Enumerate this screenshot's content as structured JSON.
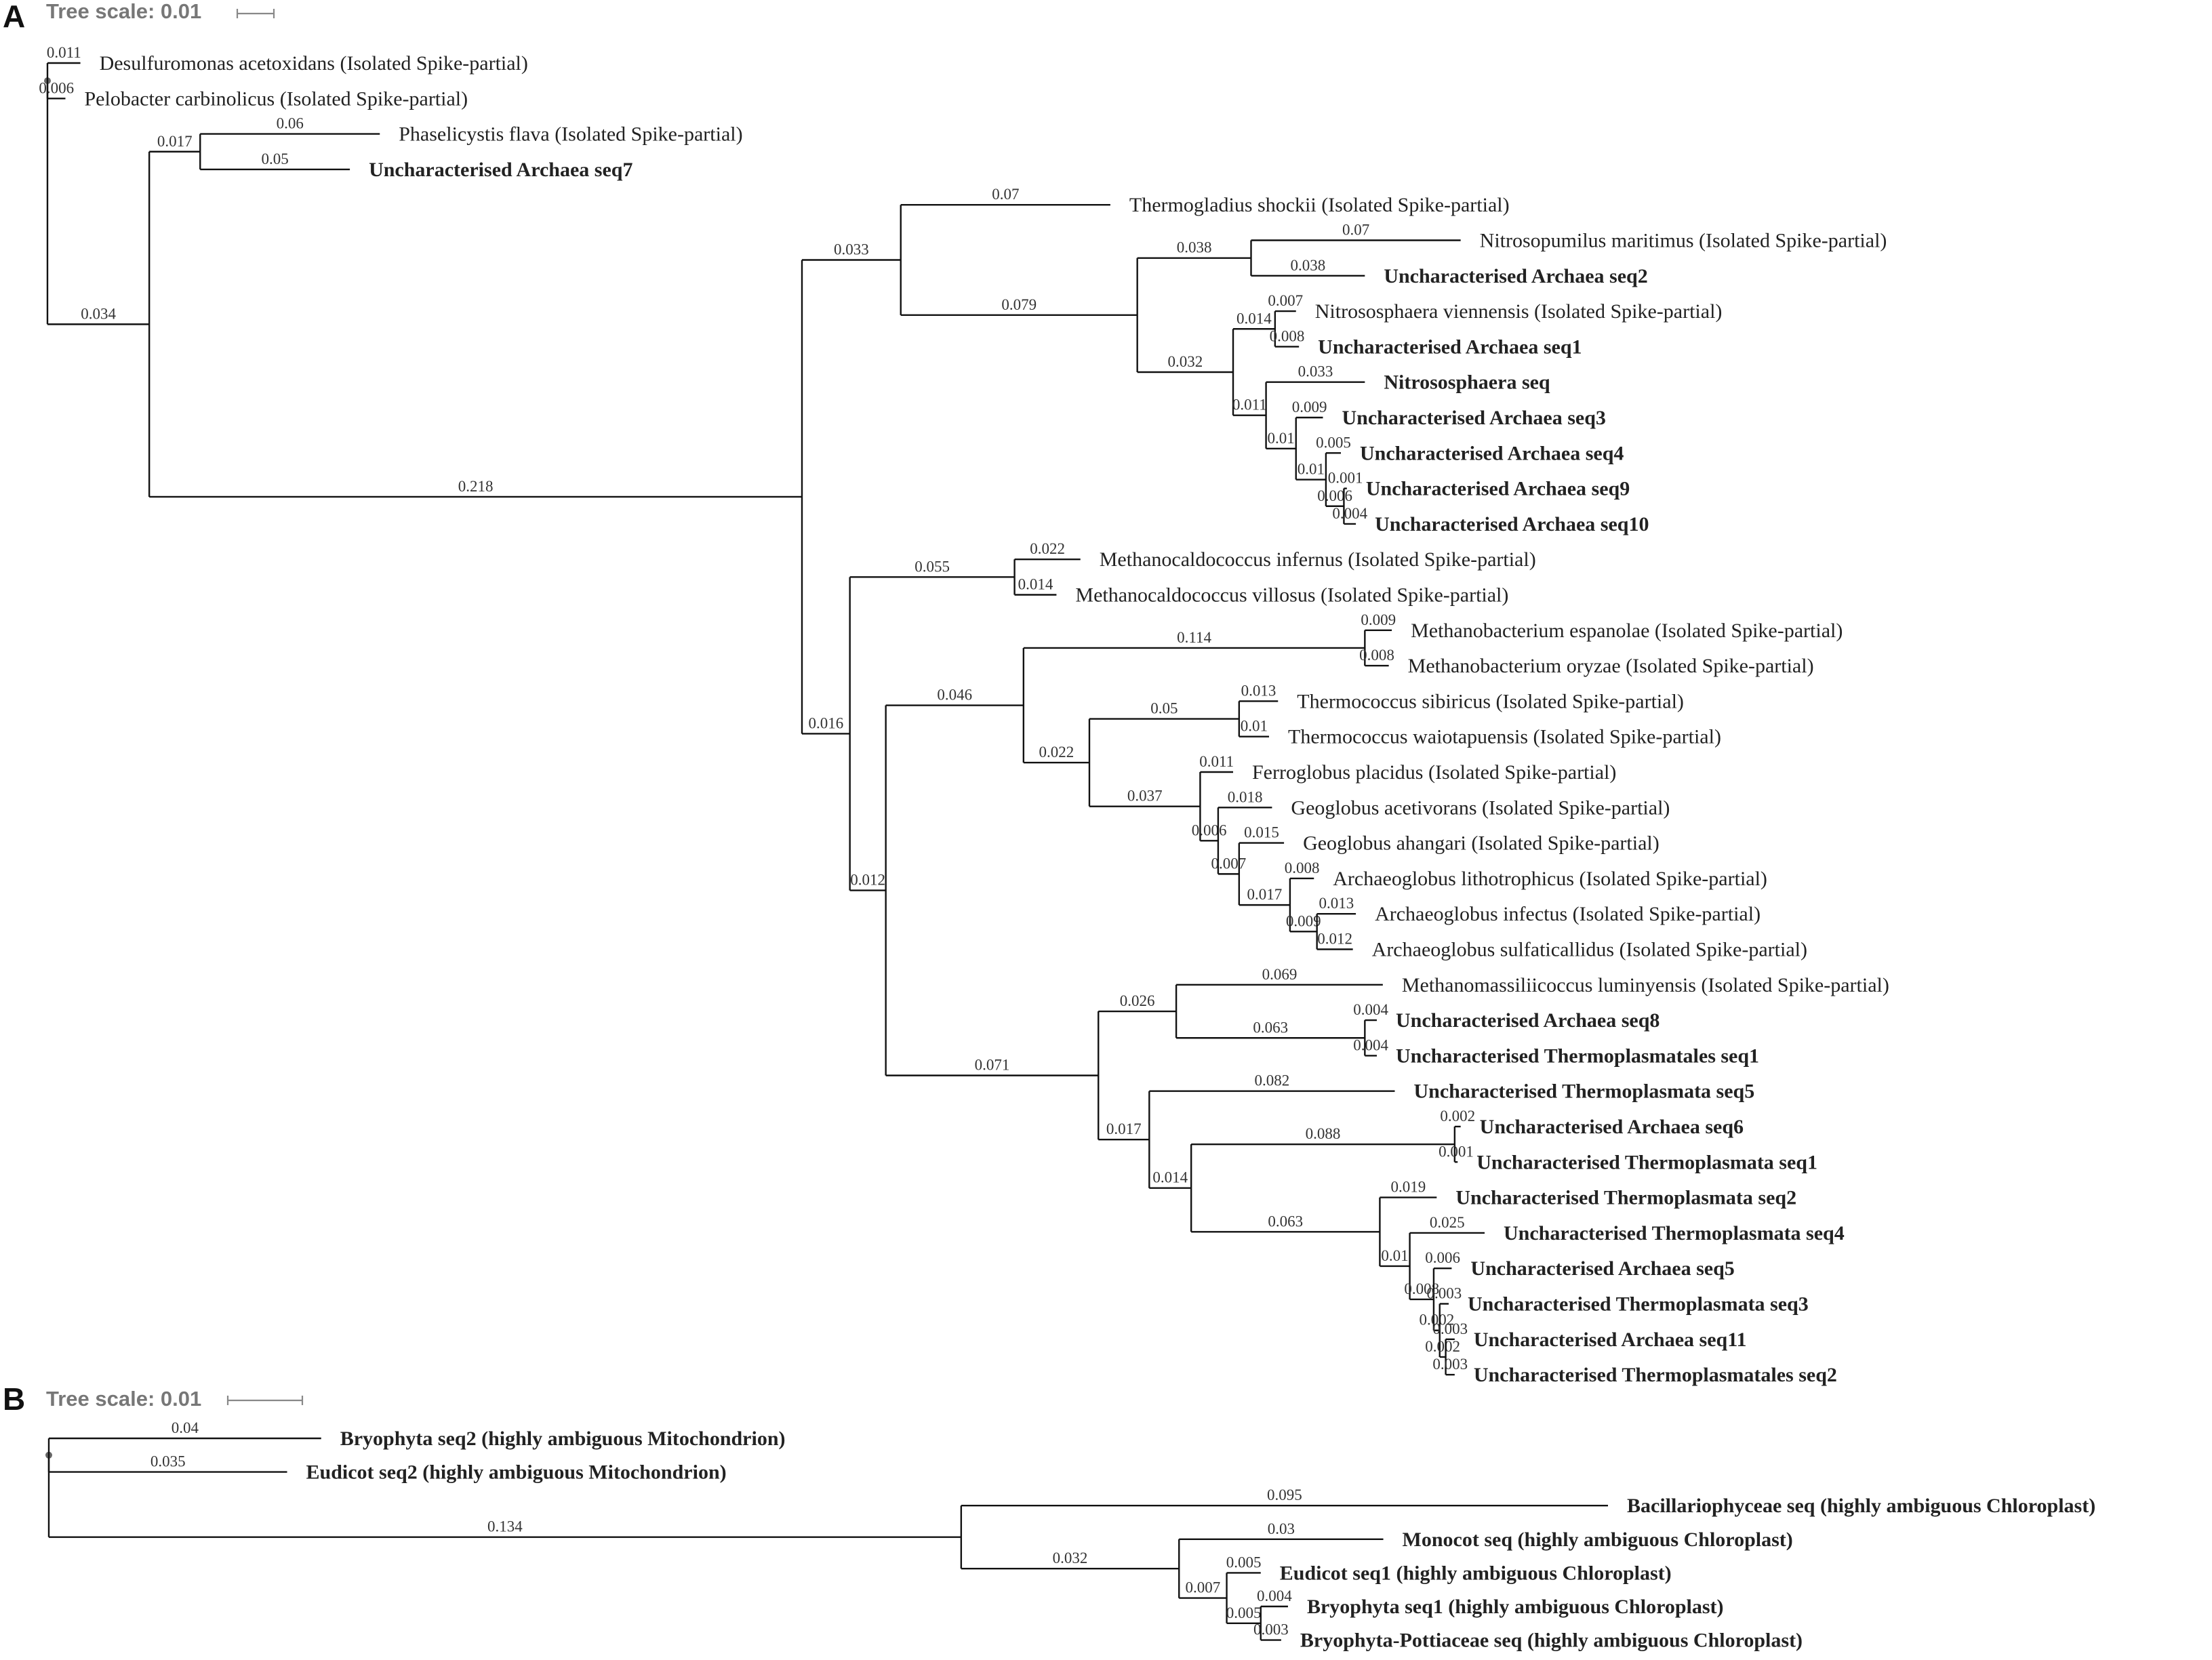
{
  "panels": [
    {
      "letter": "A",
      "scale_label": "Tree scale: 0.01",
      "tree": {
        "l": "",
        "c": [
          {
            "l": "",
            "c": [
              {
                "l": "0.011",
                "n": "Desulfuromonas acetoxidans (Isolated Spike-partial)"
              },
              {
                "l": "0.006",
                "n": "Pelobacter carbinolicus (Isolated Spike-partial)"
              }
            ]
          },
          {
            "l": "0.034",
            "c": [
              {
                "l": "0.017",
                "c": [
                  {
                    "l": "0.06",
                    "n": "Phaselicystis flava (Isolated Spike-partial)"
                  },
                  {
                    "l": "0.05",
                    "n": "Uncharacterised Archaea seq7",
                    "b": true
                  }
                ]
              },
              {
                "l": "0.218",
                "c": [
                  {
                    "l": "0.033",
                    "c": [
                      {
                        "l": "0.07",
                        "n": "Thermogladius shockii (Isolated Spike-partial)"
                      },
                      {
                        "l": "0.079",
                        "c": [
                          {
                            "l": "0.038",
                            "c": [
                              {
                                "l": "0.07",
                                "n": "Nitrosopumilus maritimus (Isolated Spike-partial)"
                              },
                              {
                                "l": "0.038",
                                "n": "Uncharacterised Archaea seq2",
                                "b": true
                              }
                            ]
                          },
                          {
                            "l": "0.032",
                            "c": [
                              {
                                "l": "0.014",
                                "c": [
                                  {
                                    "l": "0.007",
                                    "n": "Nitrososphaera viennensis (Isolated Spike-partial)"
                                  },
                                  {
                                    "l": "0.008",
                                    "n": "Uncharacterised Archaea seq1",
                                    "b": true
                                  }
                                ]
                              },
                              {
                                "l": "0.011",
                                "c": [
                                  {
                                    "l": "0.033",
                                    "n": "Nitrososphaera seq",
                                    "b": true
                                  },
                                  {
                                    "l": "0.01",
                                    "c": [
                                      {
                                        "l": "0.009",
                                        "n": "Uncharacterised Archaea seq3",
                                        "b": true
                                      },
                                      {
                                        "l": "0.01",
                                        "c": [
                                          {
                                            "l": "0.005",
                                            "n": "Uncharacterised Archaea seq4",
                                            "b": true
                                          },
                                          {
                                            "l": "0.006",
                                            "c": [
                                              {
                                                "l": "0.001",
                                                "n": "Uncharacterised Archaea seq9",
                                                "b": true
                                              },
                                              {
                                                "l": "0.004",
                                                "n": "Uncharacterised Archaea seq10",
                                                "b": true
                                              }
                                            ]
                                          }
                                        ]
                                      }
                                    ]
                                  }
                                ]
                              }
                            ]
                          }
                        ]
                      }
                    ]
                  },
                  {
                    "l": "0.016",
                    "c": [
                      {
                        "l": "0.055",
                        "c": [
                          {
                            "l": "0.022",
                            "n": "Methanocaldococcus infernus (Isolated Spike-partial)"
                          },
                          {
                            "l": "0.014",
                            "n": "Methanocaldococcus villosus (Isolated Spike-partial)"
                          }
                        ]
                      },
                      {
                        "l": "0.012",
                        "c": [
                          {
                            "l": "0.046",
                            "c": [
                              {
                                "l": "0.114",
                                "c": [
                                  {
                                    "l": "0.009",
                                    "n": "Methanobacterium espanolae (Isolated Spike-partial)"
                                  },
                                  {
                                    "l": "0.008",
                                    "n": "Methanobacterium oryzae (Isolated Spike-partial)"
                                  }
                                ]
                              },
                              {
                                "l": "0.022",
                                "c": [
                                  {
                                    "l": "0.05",
                                    "c": [
                                      {
                                        "l": "0.013",
                                        "n": "Thermococcus sibiricus (Isolated Spike-partial)"
                                      },
                                      {
                                        "l": "0.01",
                                        "n": "Thermococcus waiotapuensis (Isolated Spike-partial)"
                                      }
                                    ]
                                  },
                                  {
                                    "l": "0.037",
                                    "c": [
                                      {
                                        "l": "0.011",
                                        "n": "Ferroglobus placidus (Isolated Spike-partial)"
                                      },
                                      {
                                        "l": "0.006",
                                        "c": [
                                          {
                                            "l": "0.018",
                                            "n": "Geoglobus acetivorans (Isolated Spike-partial)"
                                          },
                                          {
                                            "l": "0.007",
                                            "c": [
                                              {
                                                "l": "0.015",
                                                "n": "Geoglobus ahangari (Isolated Spike-partial)"
                                              },
                                              {
                                                "l": "0.017",
                                                "c": [
                                                  {
                                                    "l": "0.008",
                                                    "n": "Archaeoglobus lithotrophicus (Isolated Spike-partial)"
                                                  },
                                                  {
                                                    "l": "0.009",
                                                    "c": [
                                                      {
                                                        "l": "0.013",
                                                        "n": "Archaeoglobus infectus (Isolated Spike-partial)"
                                                      },
                                                      {
                                                        "l": "0.012",
                                                        "n": "Archaeoglobus sulfaticallidus (Isolated Spike-partial)"
                                                      }
                                                    ]
                                                  }
                                                ]
                                              }
                                            ]
                                          }
                                        ]
                                      }
                                    ]
                                  }
                                ]
                              }
                            ]
                          },
                          {
                            "l": "0.071",
                            "c": [
                              {
                                "l": "0.026",
                                "c": [
                                  {
                                    "l": "0.069",
                                    "n": "Methanomassiliicoccus luminyensis (Isolated Spike-partial)"
                                  },
                                  {
                                    "l": "0.063",
                                    "c": [
                                      {
                                        "l": "0.004",
                                        "n": "Uncharacterised Archaea seq8",
                                        "b": true
                                      },
                                      {
                                        "l": "0.004",
                                        "n": "Uncharacterised Thermoplasmatales seq1",
                                        "b": true
                                      }
                                    ]
                                  }
                                ]
                              },
                              {
                                "l": "0.017",
                                "c": [
                                  {
                                    "l": "0.082",
                                    "n": "Uncharacterised Thermoplasmata seq5",
                                    "b": true
                                  },
                                  {
                                    "l": "0.014",
                                    "c": [
                                      {
                                        "l": "0.088",
                                        "c": [
                                          {
                                            "l": "0.002",
                                            "n": "Uncharacterised Archaea seq6",
                                            "b": true
                                          },
                                          {
                                            "l": "0.001",
                                            "n": "Uncharacterised Thermoplasmata seq1",
                                            "b": true
                                          }
                                        ]
                                      },
                                      {
                                        "l": "0.063",
                                        "c": [
                                          {
                                            "l": "0.019",
                                            "n": "Uncharacterised Thermoplasmata seq2",
                                            "b": true
                                          },
                                          {
                                            "l": "0.01",
                                            "c": [
                                              {
                                                "l": "0.025",
                                                "n": "Uncharacterised Thermoplasmata seq4",
                                                "b": true
                                              },
                                              {
                                                "l": "0.008",
                                                "c": [
                                                  {
                                                    "l": "0.006",
                                                    "n": "Uncharacterised Archaea seq5",
                                                    "b": true
                                                  },
                                                  {
                                                    "l": "0.002",
                                                    "c": [
                                                      {
                                                        "l": "0.003",
                                                        "n": "Uncharacterised Thermoplasmata seq3",
                                                        "b": true
                                                      },
                                                      {
                                                        "l": "0.002",
                                                        "c": [
                                                          {
                                                            "l": "0.003",
                                                            "n": "Uncharacterised Archaea seq11",
                                                            "b": true
                                                          },
                                                          {
                                                            "l": "0.003",
                                                            "n": "Uncharacterised Thermoplasmatales seq2",
                                                            "b": true
                                                          }
                                                        ]
                                                      }
                                                    ]
                                                  }
                                                ]
                                              }
                                            ]
                                          }
                                        ]
                                      }
                                    ]
                                  }
                                ]
                              }
                            ]
                          }
                        ]
                      }
                    ]
                  }
                ]
              }
            ]
          }
        ]
      }
    },
    {
      "letter": "B",
      "scale_label": "Tree scale: 0.01",
      "tree": {
        "l": "",
        "c": [
          {
            "l": "",
            "c": [
              {
                "l": "0.04",
                "n": "Bryophyta seq2 (highly ambiguous Mitochondrion)",
                "b": true
              },
              {
                "l": "0.035",
                "n": "Eudicot seq2 (highly ambiguous Mitochondrion)",
                "b": true
              }
            ]
          },
          {
            "l": "0.134",
            "c": [
              {
                "l": "0.095",
                "n": "Bacillariophyceae seq (highly ambiguous Chloroplast)",
                "b": true
              },
              {
                "l": "0.032",
                "c": [
                  {
                    "l": "0.03",
                    "n": "Monocot seq (highly ambiguous Chloroplast)",
                    "b": true
                  },
                  {
                    "l": "0.007",
                    "c": [
                      {
                        "l": "0.005",
                        "n": "Eudicot seq1 (highly ambiguous Chloroplast)",
                        "b": true
                      },
                      {
                        "l": "0.005",
                        "c": [
                          {
                            "l": "0.004",
                            "n": "Bryophyta seq1 (highly ambiguous Chloroplast)",
                            "b": true
                          },
                          {
                            "l": "0.003",
                            "n": "Bryophyta-Pottiaceae seq (highly ambiguous Chloroplast)",
                            "b": true
                          }
                        ]
                      }
                    ]
                  }
                ]
              }
            ]
          }
        ]
      }
    }
  ]
}
